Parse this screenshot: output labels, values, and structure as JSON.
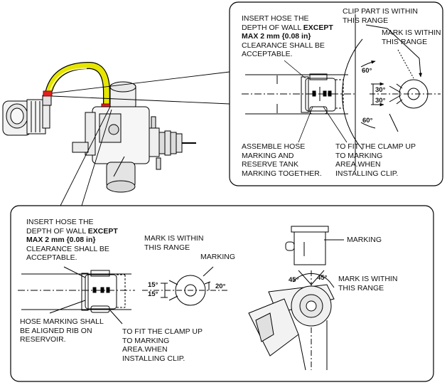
{
  "top_panel": {
    "insert_hose": {
      "line1": "INSERT HOSE THE",
      "line2_plain": "DEPTH OF WALL ",
      "line2_bold": "EXCEPT",
      "line3_bold": "MAX 2 mm {0.08 in}",
      "line4": "CLEARANCE SHALL BE",
      "line5": "ACCEPTABLE."
    },
    "clip_part": "CLIP PART IS WITHIN\nTHIS RANGE",
    "mark_within": "MARK IS WITHIN\nTHIS RANGE",
    "assemble_hose": "ASSEMBLE HOSE\nMARKING AND\nRESERVE TANK\nMARKING TOGETHER.",
    "fit_clamp": "TO FIT THE CLAMP UP\nTO MARKING\nAREA.WHEN\nINSTALLING CLIP.",
    "angle_60_top": "60°",
    "angle_30_top": "30°",
    "angle_30_bottom": "30°",
    "angle_60_bottom": "60°"
  },
  "bottom_panel": {
    "insert_hose": {
      "line1": "INSERT HOSE THE",
      "line2_plain": "DEPTH OF WALL ",
      "line2_bold": "EXCEPT",
      "line3_bold": "MAX 2 mm {0.08 in}",
      "line4": "CLEARANCE SHALL BE",
      "line5": "ACCEPTABLE."
    },
    "mark_within_left": "MARK IS WITHIN\nTHIS RANGE",
    "marking_left": "MARKING",
    "hose_marking": "HOSE MARKING SHALL\nBE ALIGNED RIB ON\nRESERVOIR.",
    "fit_clamp": "TO FIT THE CLAMP UP\nTO MARKING\nAREA.WHEN\nINSTALLING CLIP.",
    "angle_15_top": "15°",
    "angle_15_bottom": "15°",
    "angle_20": "20°",
    "marking_right": "MARKING",
    "angle_45_left": "45°",
    "angle_45_right": "45°",
    "mark_within_right": "MARK IS WITHIN\nTHIS RANGE"
  }
}
